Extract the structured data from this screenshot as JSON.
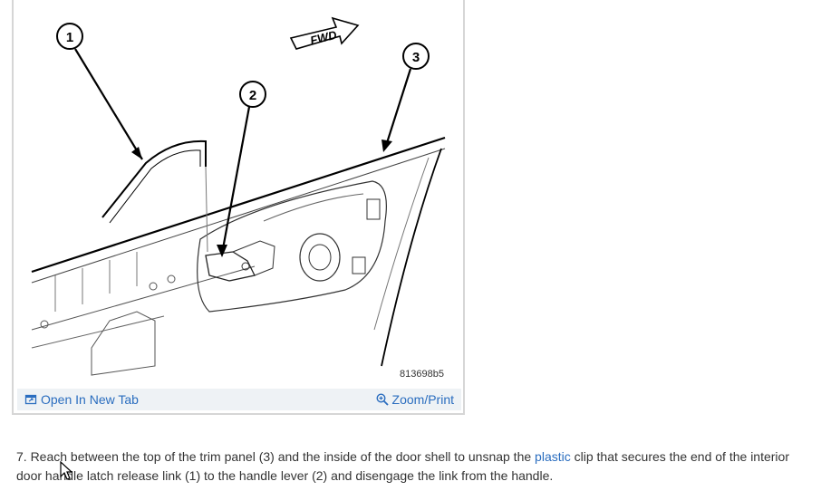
{
  "figure": {
    "callouts": [
      "1",
      "2",
      "3"
    ],
    "direction_label": "FWD",
    "figure_code": "813698b5"
  },
  "toolbar": {
    "open_tab_label": "Open In New Tab",
    "zoom_label": "Zoom/Print",
    "open_tab_icon": "open-new-tab-icon",
    "zoom_icon": "magnifier-plus-icon"
  },
  "caption": {
    "step_prefix": "7. Reach between the top of the trim panel (3) and the inside of the door shell to unsnap the ",
    "link_text": "plastic",
    "step_suffix": " clip that secures the end of the interior door handle latch release link (1) to the handle lever (2) and disengage the link from the handle."
  },
  "colors": {
    "link": "#2a6dbf",
    "toolbar_bg": "#eef2f5",
    "frame_border": "#d6d6d6",
    "text": "#333333"
  }
}
